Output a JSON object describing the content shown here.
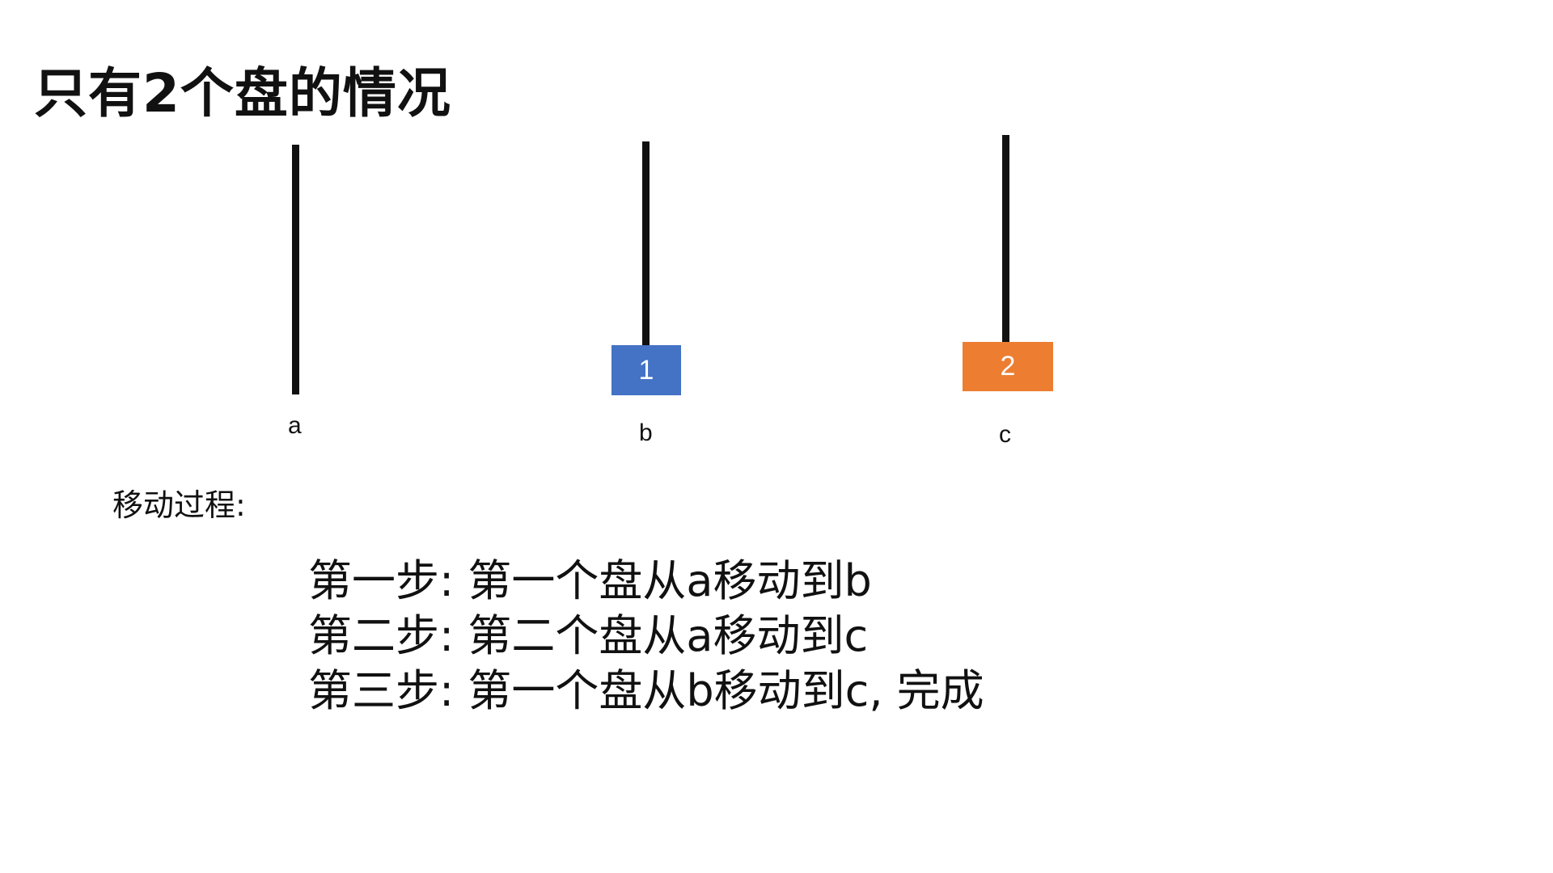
{
  "title": "只有2个盘的情况",
  "pegs": [
    {
      "label": "a"
    },
    {
      "label": "b"
    },
    {
      "label": "c"
    }
  ],
  "disks": [
    {
      "label": "1",
      "peg": "b",
      "color": "#4472C4"
    },
    {
      "label": "2",
      "peg": "c",
      "color": "#ED7D31"
    }
  ],
  "process_label": "移动过程:",
  "steps": [
    "第一步:  第一个盘从a移动到b",
    "第二步:  第二个盘从a移动到c",
    "第三步:  第一个盘从b移动到c,  完成"
  ]
}
